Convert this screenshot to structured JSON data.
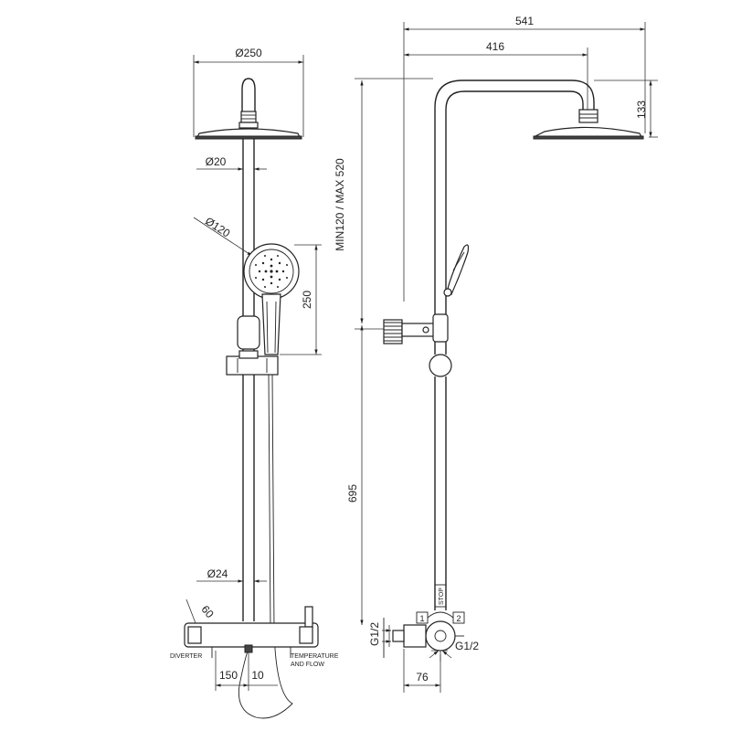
{
  "front_view": {
    "dimensions": {
      "head_diameter": "Ø250",
      "rail_diameter": "Ø20",
      "handshower_diameter": "Ø120",
      "handshower_height": "250",
      "pipe_diameter": "Ø24",
      "angle": "60",
      "bottom_left": "150",
      "bottom_right": "10"
    },
    "labels": {
      "diverter": "DIVERTER",
      "temperature_line1": "TEMPERATURE",
      "temperature_line2": "AND FLOW"
    }
  },
  "side_view": {
    "dimensions": {
      "total_reach": "541",
      "arm_reach": "416",
      "head_drop": "133",
      "height_range": "MIN120 / MAX 520",
      "rail_height": "695",
      "inlet_thread_left": "G1/2",
      "inlet_thread_right": "G1/2",
      "inlet_depth": "76"
    },
    "labels": {
      "position_1": "1",
      "position_2": "2",
      "stop": "STOP"
    }
  }
}
